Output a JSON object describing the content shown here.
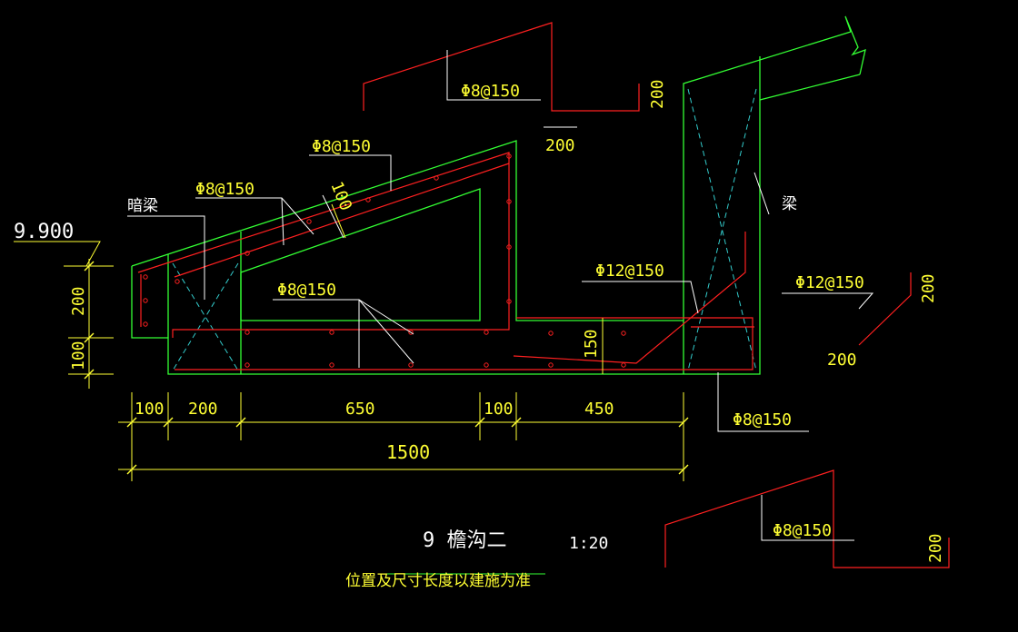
{
  "drawing": {
    "title": "9 檐沟二",
    "scale": "1:20",
    "note": "位置及尺寸长度以建施为准",
    "elevation": "9.900",
    "labels": {
      "hidden_beam": "暗梁",
      "beam": "梁",
      "rebar_top_detail": "Φ8@150",
      "rebar_slope_outer": "Φ8@150",
      "rebar_slope_inner": "Φ8@150",
      "rebar_bottom": "Φ8@150",
      "rebar_corner": "Φ12@150",
      "rebar_right_detail": "Φ12@150",
      "rebar_bottom_right": "Φ8@150",
      "rebar_bottom_detail": "Φ8@150"
    },
    "dimensions": {
      "slope_thickness": "100",
      "left_height_top": "200",
      "left_height_bottom": "100",
      "gutter_depth": "150",
      "bottom_widths": [
        "100",
        "200",
        "650",
        "100",
        "450"
      ],
      "total_width": "1500",
      "top_detail_hook": "200",
      "top_detail_leg": "200",
      "right_detail_hook": "200",
      "right_detail_leg": "200",
      "bottom_detail_leg": "200"
    },
    "colors": {
      "concrete": "#33ff33",
      "rebar": "#ff2020",
      "dimension": "#ffff33",
      "leader": "#ffffff",
      "hidden": "#33cccc"
    }
  }
}
